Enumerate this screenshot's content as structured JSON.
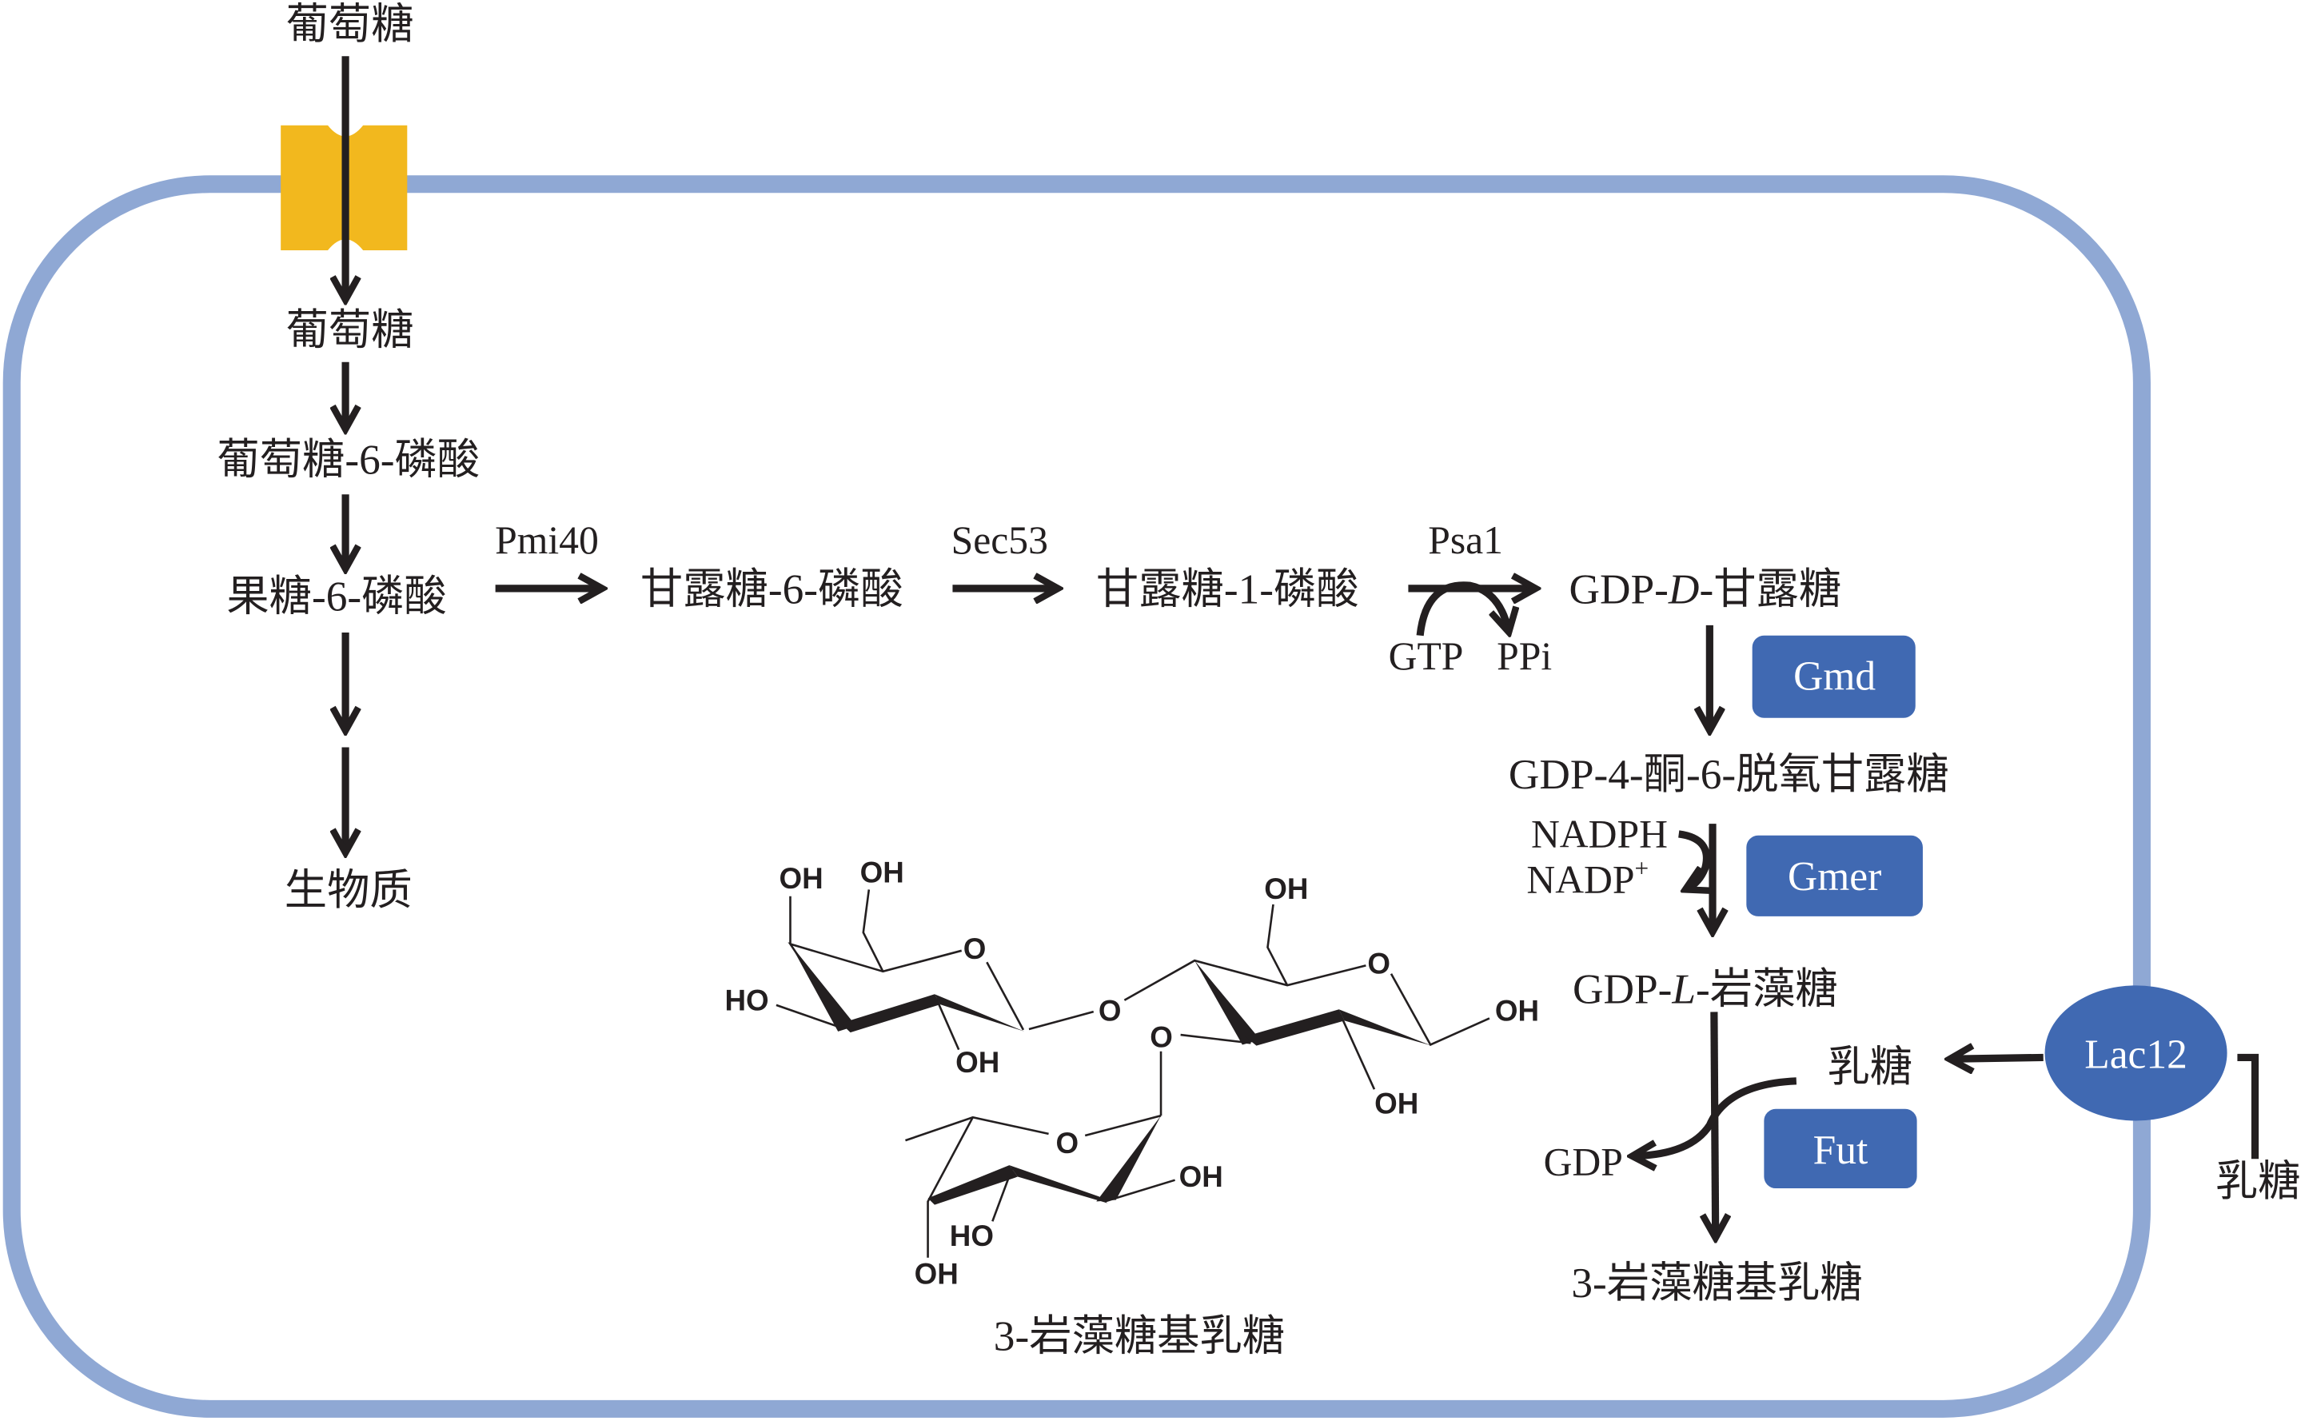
{
  "colors": {
    "membrane": "#8fa8d4",
    "transporter": "#f2b81e",
    "enzyme_box": "#4069b2",
    "text": "#231f20"
  },
  "outside": {
    "glucose": "葡萄糖",
    "lactose": "乳糖"
  },
  "glycolysis": {
    "glucose": "葡萄糖",
    "g6p": "葡萄糖-6-磷酸",
    "f6p": "果糖-6-磷酸",
    "biomass": "生物质"
  },
  "mannose_path": {
    "pmi40": "Pmi40",
    "m6p": "甘露糖-6-磷酸",
    "sec53": "Sec53",
    "m1p": "甘露糖-1-磷酸",
    "psa1": "Psa1",
    "gtp": "GTP",
    "ppi": "PPi",
    "gdp_mannose": {
      "prefix": "GDP-",
      "italic": "D",
      "suffix": "-甘露糖"
    }
  },
  "fucose_path": {
    "gmd": "Gmd",
    "gdp_keto": "GDP-4-酮-6-脱氧甘露糖",
    "nadph": "NADPH",
    "nadp": "NADP",
    "nadp_sup": "+",
    "gmer": "Gmer",
    "gdp_fucose": {
      "prefix": "GDP-",
      "italic": "L",
      "suffix": "-岩藻糖"
    },
    "lactose": "乳糖",
    "fut": "Fut",
    "gdp": "GDP",
    "product": "3-岩藻糖基乳糖",
    "lac12": "Lac12"
  },
  "structure": {
    "name": "3-岩藻糖基乳糖",
    "labels": {
      "oh": "OH",
      "ho": "HO",
      "o": "O"
    }
  }
}
